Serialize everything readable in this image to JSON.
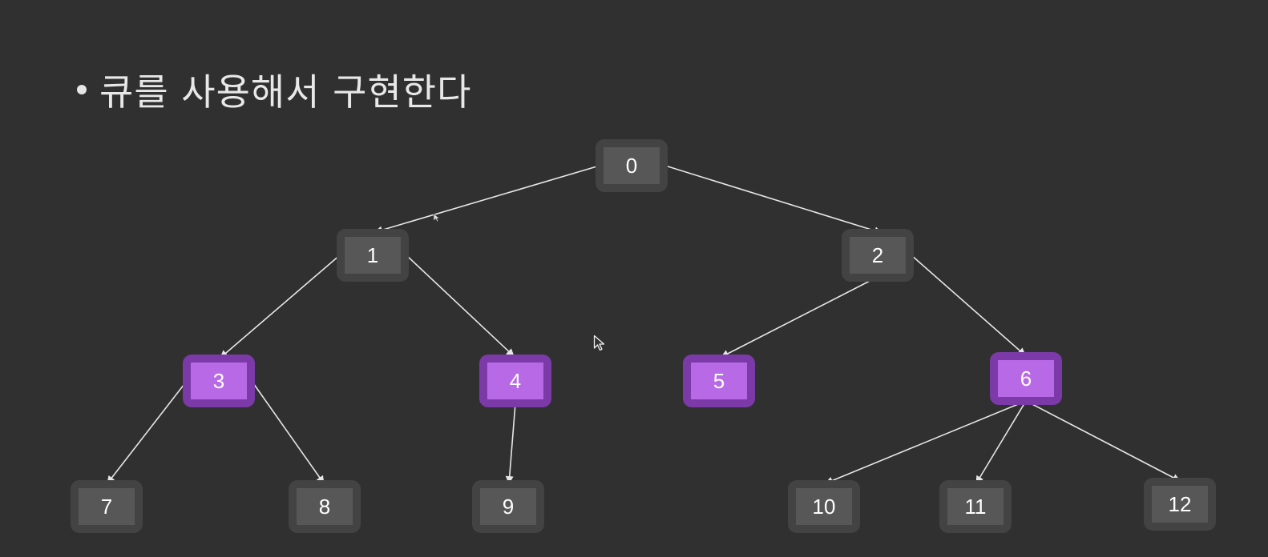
{
  "slide": {
    "bullet_text": "큐를 사용해서 구현한다"
  },
  "tree": {
    "nodes": [
      {
        "id": "n0",
        "label": "0",
        "highlighted": false
      },
      {
        "id": "n1",
        "label": "1",
        "highlighted": false
      },
      {
        "id": "n2",
        "label": "2",
        "highlighted": false
      },
      {
        "id": "n3",
        "label": "3",
        "highlighted": true
      },
      {
        "id": "n4",
        "label": "4",
        "highlighted": true
      },
      {
        "id": "n5",
        "label": "5",
        "highlighted": true
      },
      {
        "id": "n6",
        "label": "6",
        "highlighted": true
      },
      {
        "id": "n7",
        "label": "7",
        "highlighted": false
      },
      {
        "id": "n8",
        "label": "8",
        "highlighted": false
      },
      {
        "id": "n9",
        "label": "9",
        "highlighted": false
      },
      {
        "id": "n10",
        "label": "10",
        "highlighted": false
      },
      {
        "id": "n11",
        "label": "11",
        "highlighted": false
      },
      {
        "id": "n12",
        "label": "12",
        "highlighted": false
      }
    ],
    "edges": [
      [
        "n0",
        "n1"
      ],
      [
        "n0",
        "n2"
      ],
      [
        "n1",
        "n3"
      ],
      [
        "n1",
        "n4"
      ],
      [
        "n2",
        "n5"
      ],
      [
        "n2",
        "n6"
      ],
      [
        "n3",
        "n7"
      ],
      [
        "n3",
        "n8"
      ],
      [
        "n4",
        "n9"
      ],
      [
        "n6",
        "n10"
      ],
      [
        "n6",
        "n11"
      ],
      [
        "n6",
        "n12"
      ]
    ]
  },
  "colors": {
    "background": "#303030",
    "node_outer": "#434343",
    "node_inner": "#575757",
    "highlight_outer": "#7c3aa8",
    "highlight_inner": "#b86ae6",
    "edge": "#e6e6e6"
  }
}
